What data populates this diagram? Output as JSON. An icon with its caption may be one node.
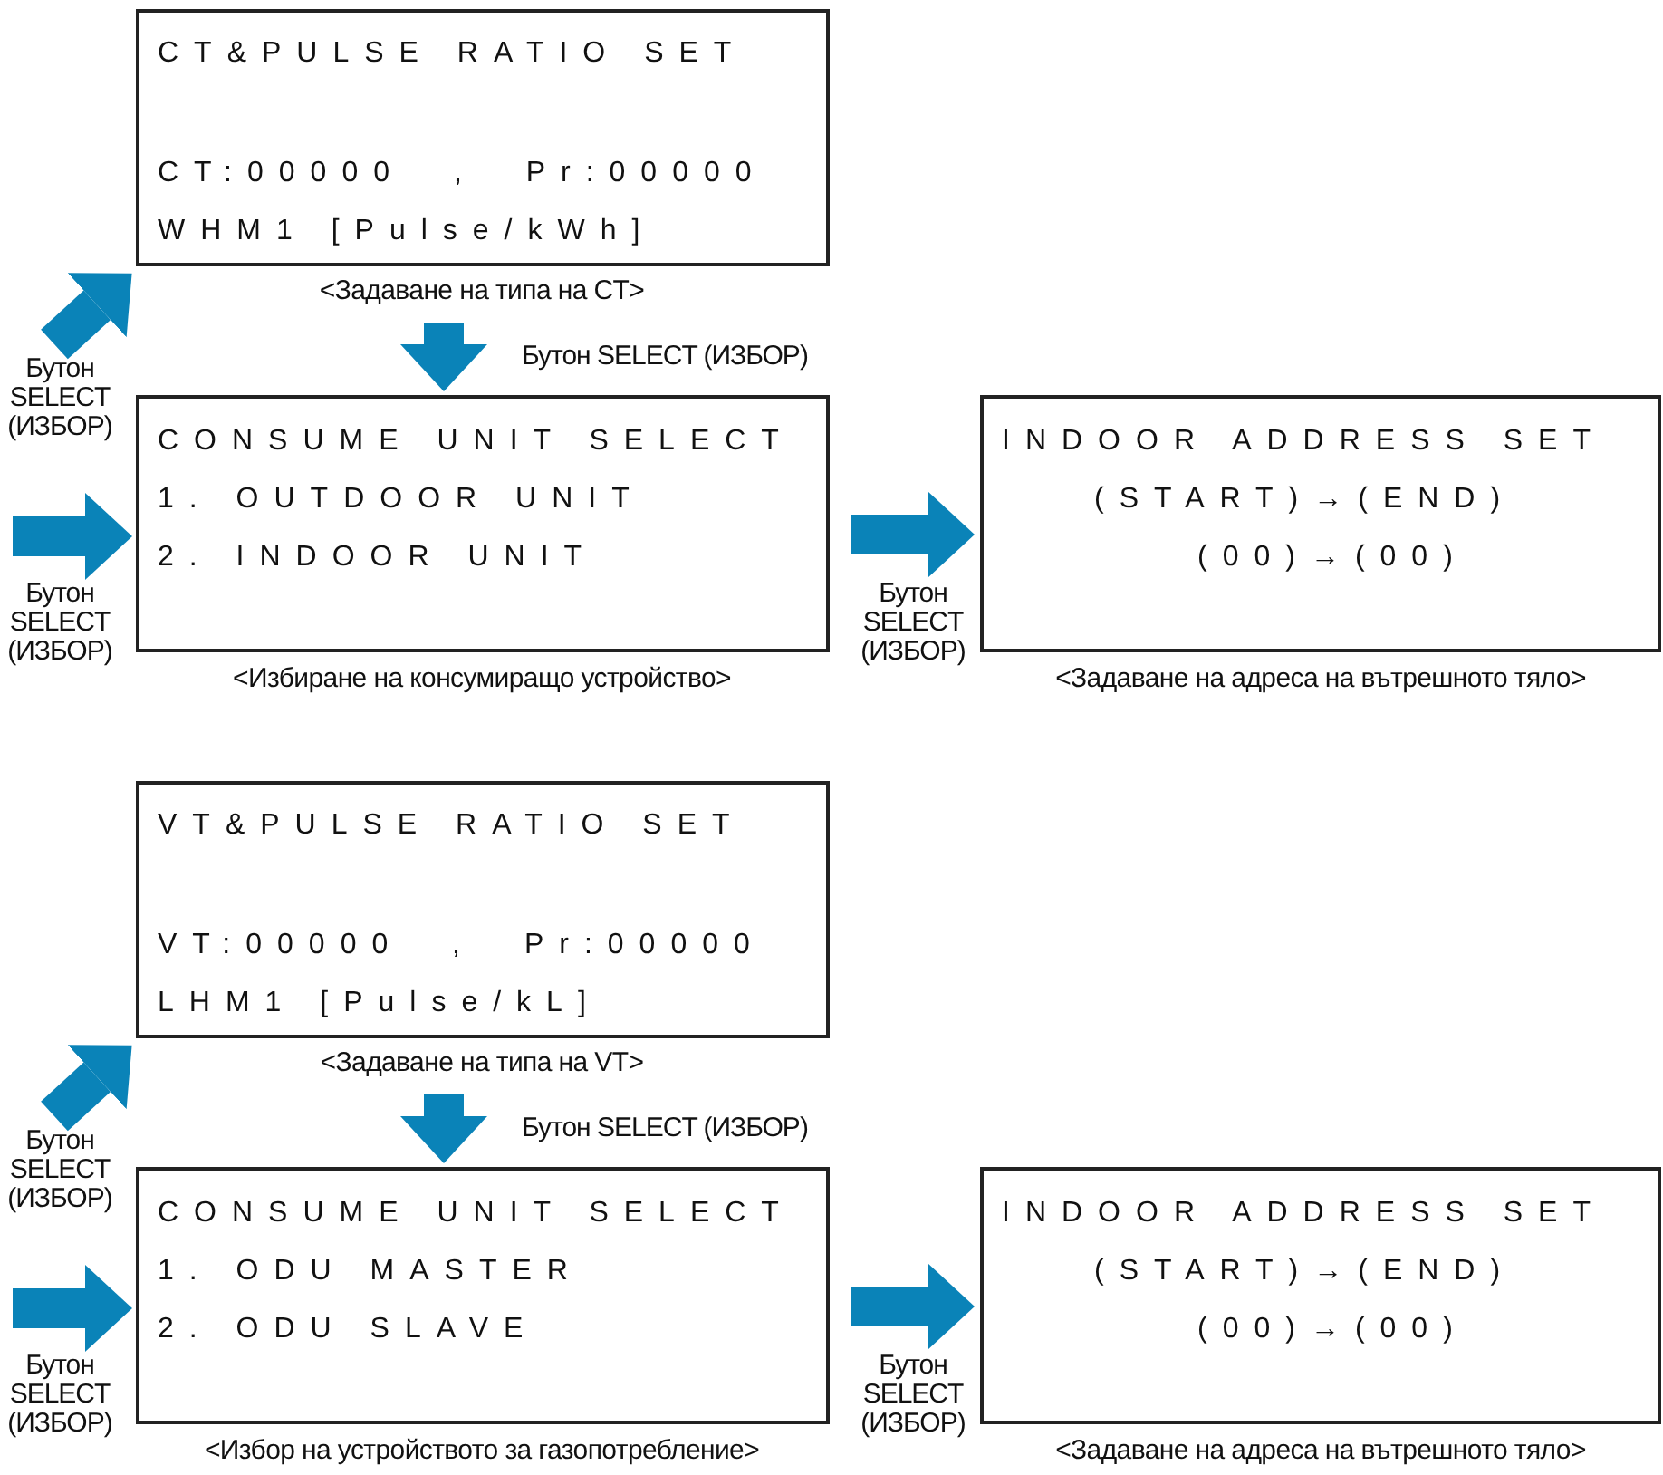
{
  "diagram": {
    "nodes": [
      {
        "text": [
          "CT&PULSE RATIO SET",
          "CT:00000 , Pr:00000",
          "WHM1 [Pulse/kWh]"
        ],
        "beside": [
          "<Задаване на типа на CT>"
        ]
      },
      {
        "text": [
          "CONSUME UNIT SELECT",
          "1. OUTDOOR UNIT",
          "2. INDOOR UNIT"
        ],
        "beside": [
          "<Избиране на консумиращо устройство>"
        ]
      },
      {
        "text": [
          "INDOOR ADDRESS SET",
          "(START)→(END)",
          "(00)→(00)"
        ],
        "beside": [
          "<Задаване на адреса на вътрешното тяло>"
        ]
      },
      {
        "text": [
          "VT&PULSE RATIO SET",
          "VT:00000 , Pr:00000",
          "LHM1 [Pulse/kL]"
        ],
        "beside": [
          "<Задаване на типа на VT>"
        ]
      },
      {
        "text": [
          "CONSUME UNIT SELECT",
          "1. ODU MASTER",
          "2. ODU SLAVE"
        ],
        "beside": [
          "<Избор на устройството за газопотребление>"
        ]
      },
      {
        "text": [
          "INDOOR ADDRESS SET",
          "(START)→(END)",
          "(00)→(00)"
        ],
        "beside": [
          "<Задаване на адреса на вътрешното тяло>"
        ]
      }
    ],
    "edges": [
      {
        "from": null,
        "to": 0,
        "arrow": "to",
        "label": "Бутон SELECT (ИЗБОР)"
      },
      {
        "from": 0,
        "to": 1,
        "arrow": "to",
        "label": "Бутон SELECT (ИЗБОР)"
      },
      {
        "from": null,
        "to": 1,
        "arrow": "to",
        "label": "Бутон SELECT (ИЗБОР)"
      },
      {
        "from": 1,
        "to": 2,
        "arrow": "to",
        "label": "Бутон SELECT (ИЗБОР)"
      },
      {
        "from": null,
        "to": 3,
        "arrow": "to",
        "label": "Бутон SELECT (ИЗБОР)"
      },
      {
        "from": 3,
        "to": 4,
        "arrow": "to",
        "label": "Бутон SELECT (ИЗБОР)"
      },
      {
        "from": null,
        "to": 4,
        "arrow": "to",
        "label": "Бутон SELECT (ИЗБОР)"
      },
      {
        "from": 4,
        "to": 5,
        "arrow": "to",
        "label": "Бутон SELECT (ИЗБОР)"
      }
    ]
  }
}
